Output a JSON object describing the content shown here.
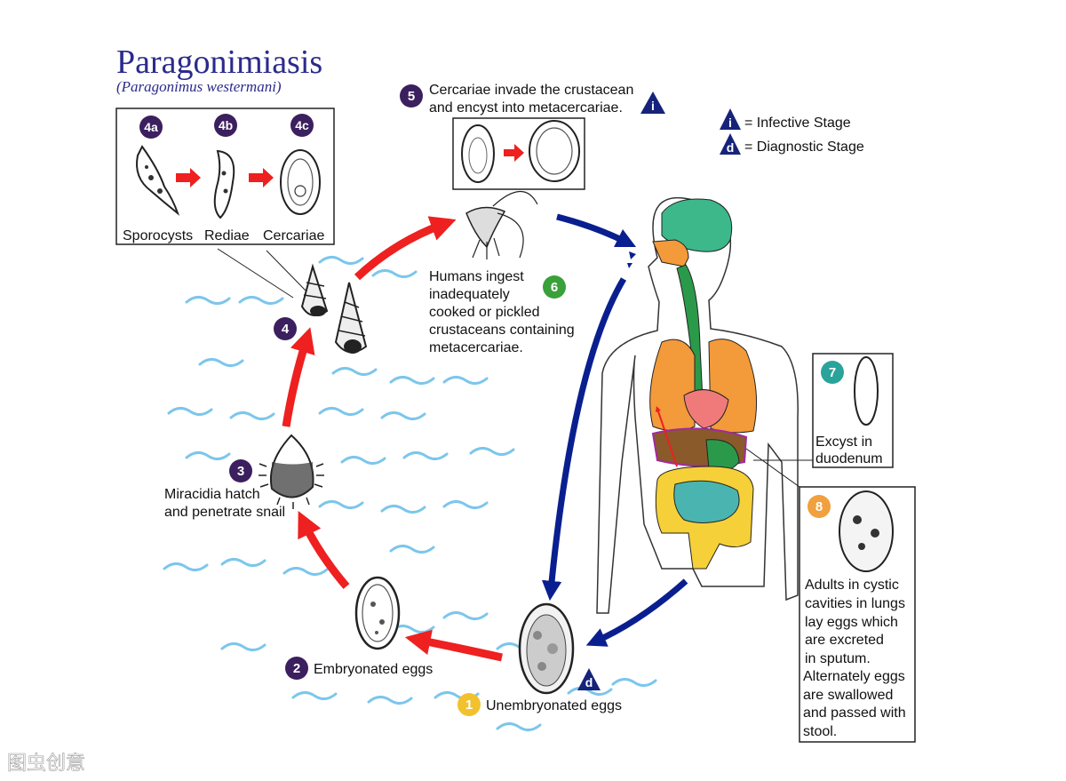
{
  "title": "Paragonimiasis",
  "subtitle": "(Paragonimus westermani)",
  "legend": {
    "infective_symbol": "i",
    "infective_text": "= Infective Stage",
    "diagnostic_symbol": "d",
    "diagnostic_text": "= Diagnostic Stage"
  },
  "stages": {
    "s4a": "4a",
    "s4b": "4b",
    "s4c": "4c",
    "sporocysts": "Sporocysts",
    "rediae": "Rediae",
    "cercariae": "Cercariae",
    "s5": "5",
    "s5_line1": "Cercariae invade the crustacean",
    "s5_line2": "and encyst into metacercariae.",
    "s6": "6",
    "s6_lines": [
      "Humans ingest",
      "inadequately",
      "cooked or pickled",
      "crustaceans containing",
      "metacercariae."
    ],
    "s4": "4",
    "s3": "3",
    "s3_line1": "Miracidia hatch",
    "s3_line2": "and penetrate snail",
    "s2": "2",
    "s2_label": "Embryonated eggs",
    "s1": "1",
    "s1_label": "Unembryonated eggs",
    "s7": "7",
    "s7_line1": "Excyst in",
    "s7_line2": "duodenum",
    "s8": "8",
    "s8_lines": [
      "Adults in cystic",
      "cavities in lungs",
      "lay eggs which",
      "are excreted",
      "in sputum.",
      "Alternately eggs",
      "are swallowed",
      "and passed with",
      "stool."
    ],
    "i_marker": "i",
    "d_marker": "d"
  },
  "watermark": "图虫创意",
  "colors": {
    "title": "#2b2b8c",
    "stage_badge": "#3b1f5e",
    "badge_6": "#3aa03a",
    "badge_1": "#f2c12e",
    "badge_7": "#2aa39b",
    "badge_8": "#f0a03c",
    "red_arrow": "#ee2020",
    "blue_arrow": "#0a1f8f",
    "water": "#7cc6ec"
  }
}
